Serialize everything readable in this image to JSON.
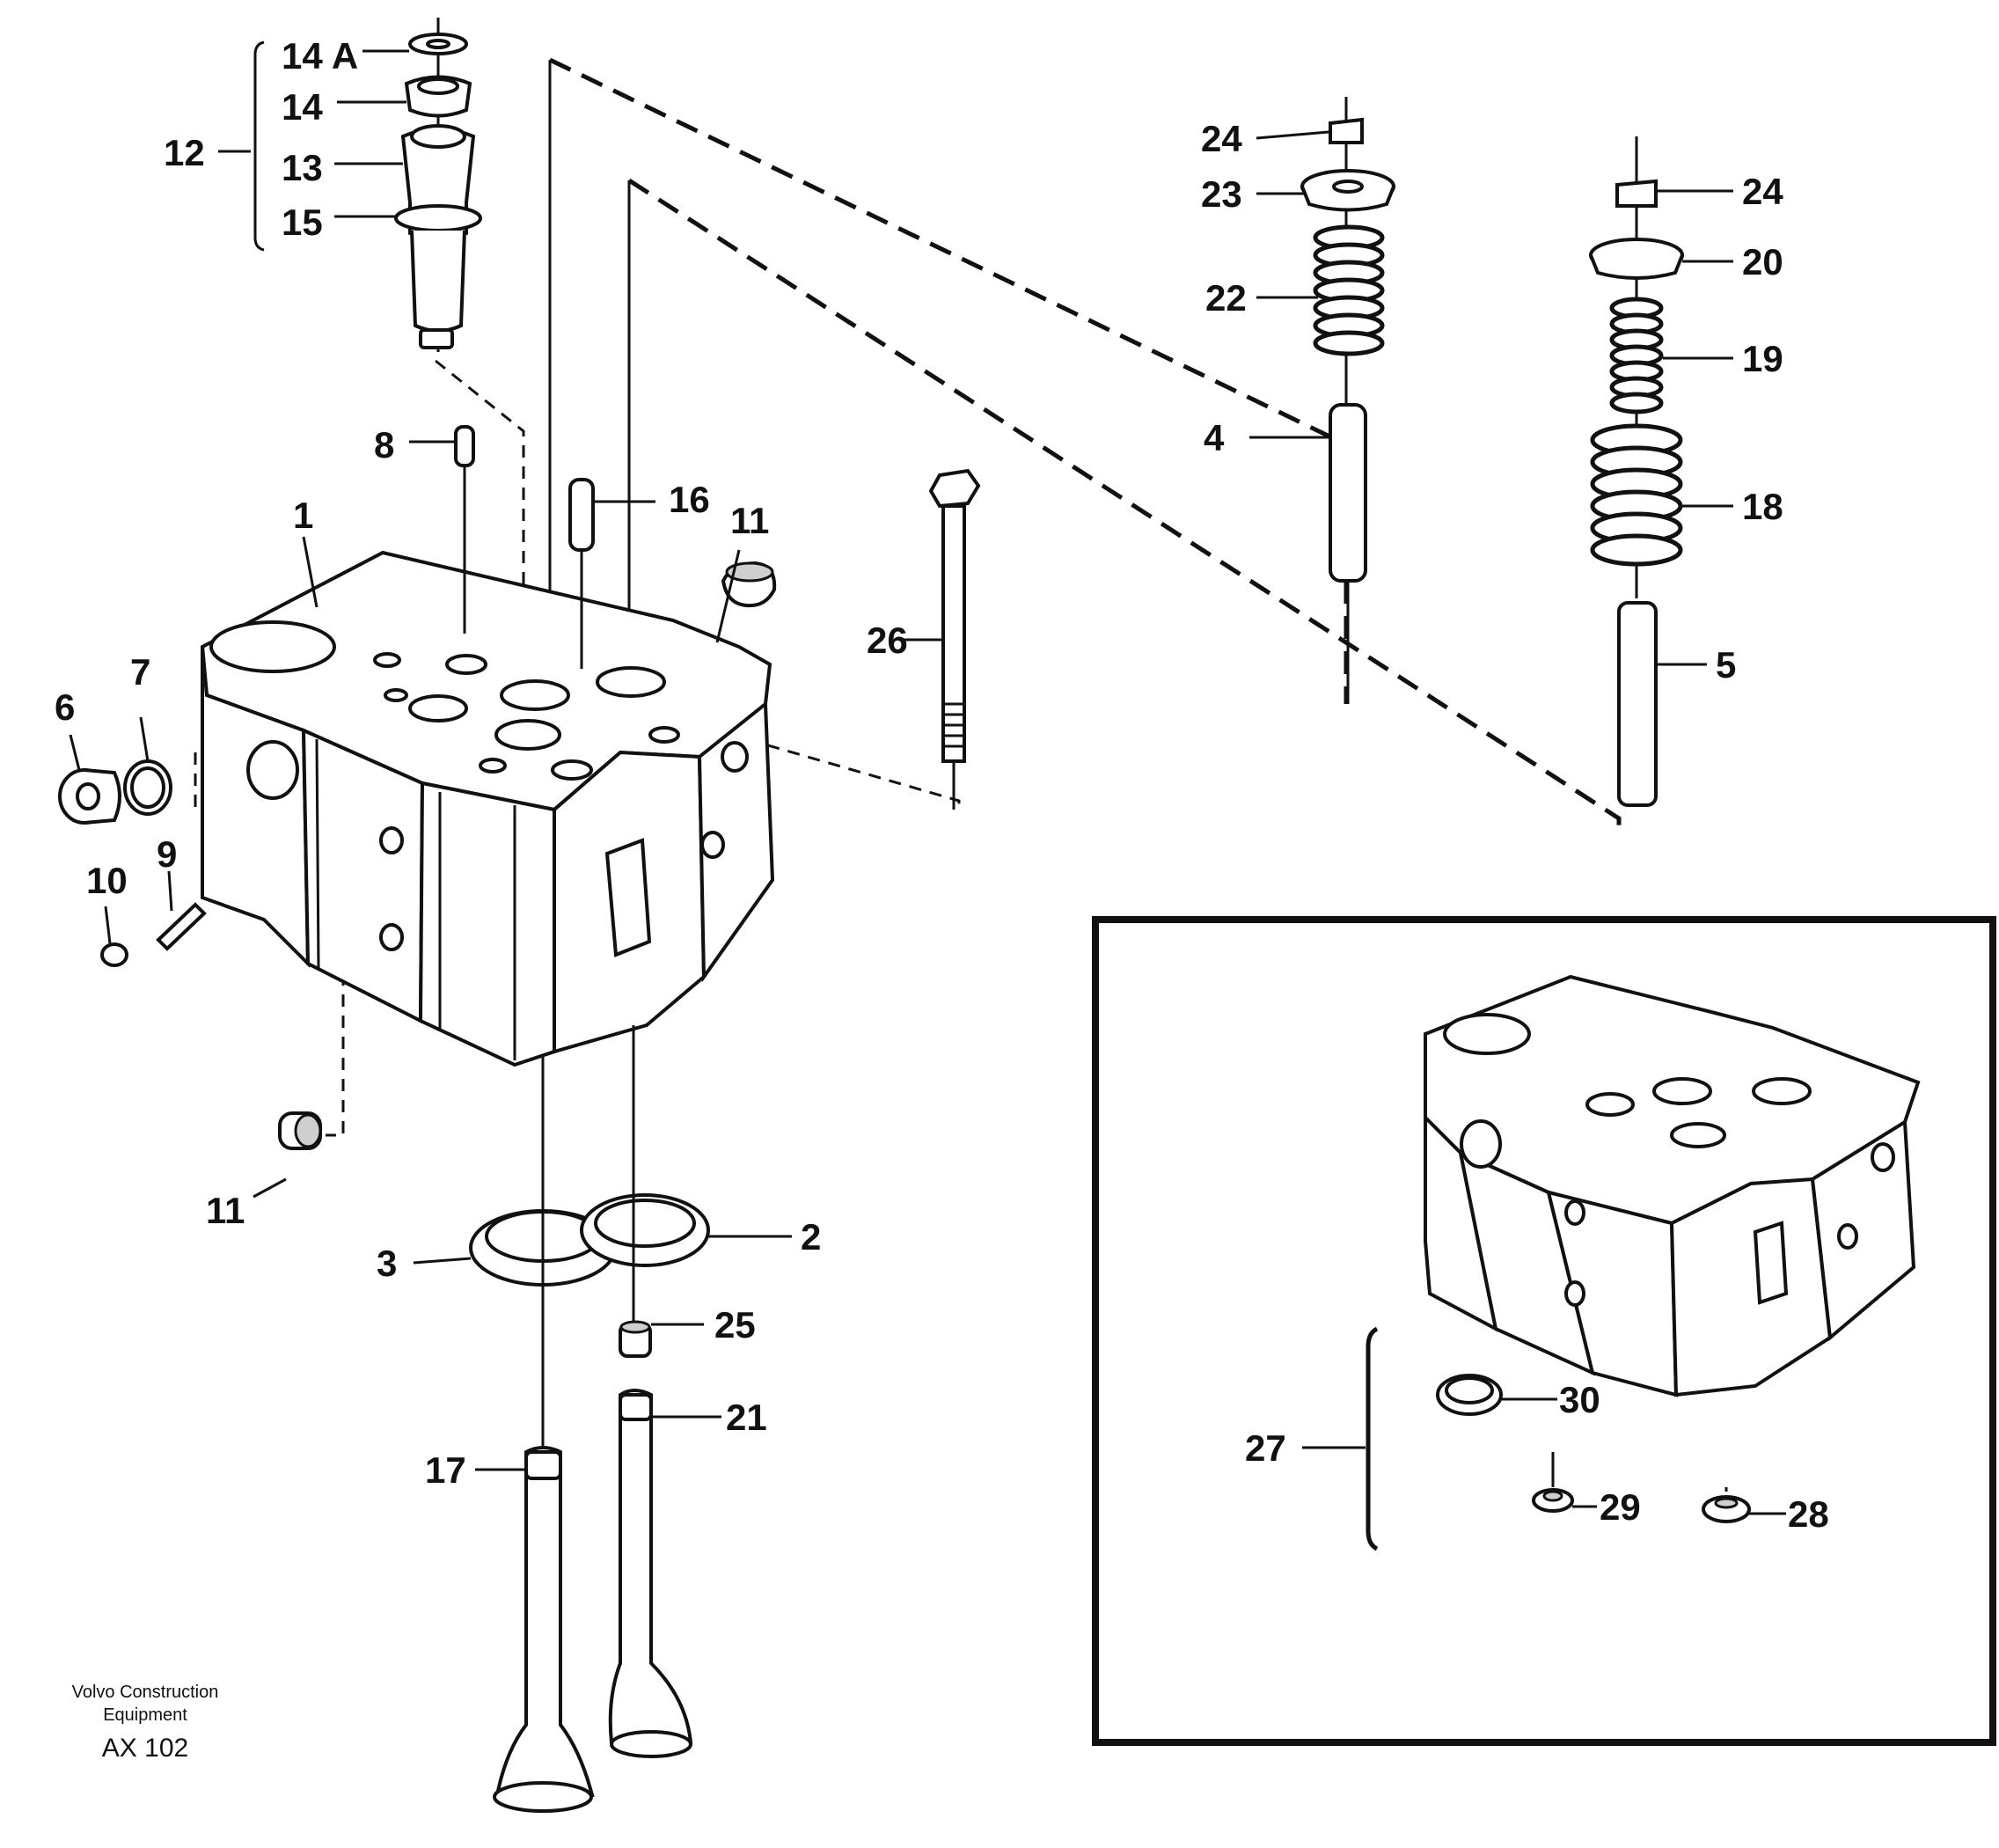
{
  "labels": {
    "l14A": "14 A",
    "l14": "14",
    "l12": "12",
    "l13": "13",
    "l15": "15",
    "l8": "8",
    "l16": "16",
    "l11a": "11",
    "l1": "1",
    "l26": "26",
    "l7": "7",
    "l6": "6",
    "l9": "9",
    "l10": "10",
    "l11b": "11",
    "l3": "3",
    "l2": "2",
    "l25": "25",
    "l21": "21",
    "l17": "17",
    "l24a": "24",
    "l23": "23",
    "l22": "22",
    "l4": "4",
    "l24b": "24",
    "l20": "20",
    "l19": "19",
    "l18": "18",
    "l5": "5",
    "l27": "27",
    "l30": "30",
    "l29": "29",
    "l28": "28"
  },
  "caption": {
    "line1": "Volvo Construction",
    "line2": "Equipment",
    "code": "AX 102"
  }
}
